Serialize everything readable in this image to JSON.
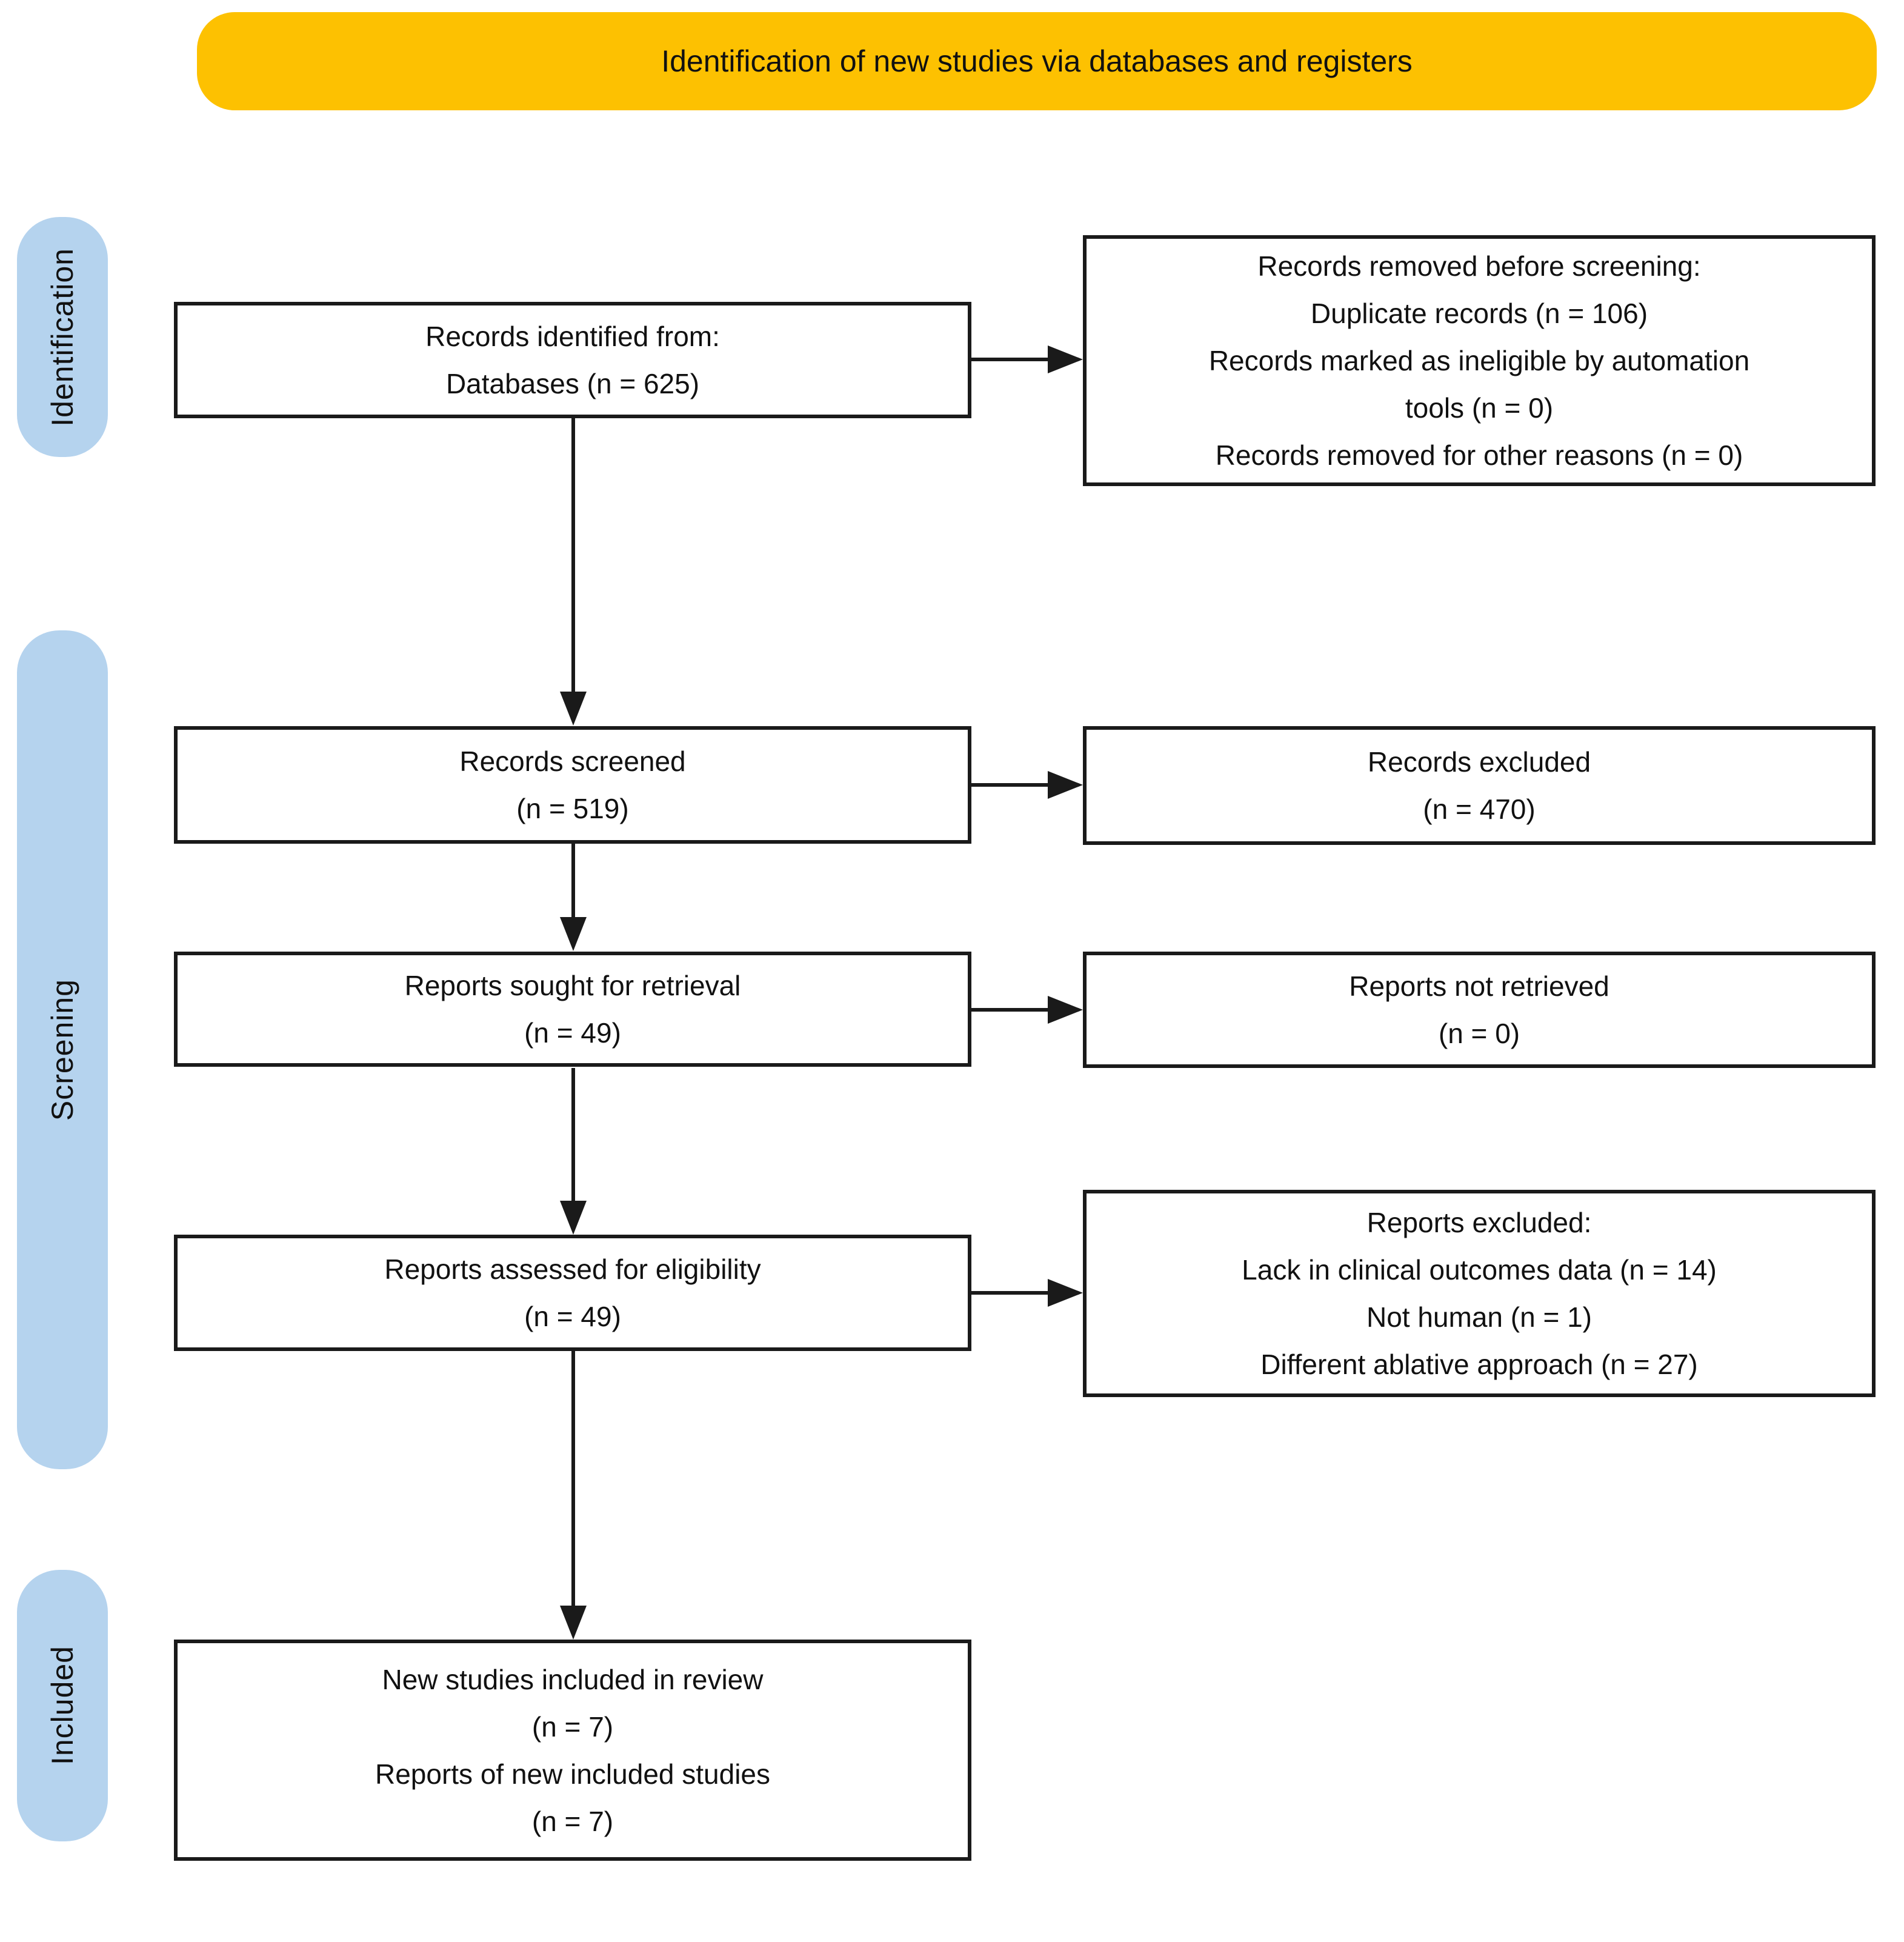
{
  "banner": {
    "label": "Identification of new studies via databases and registers"
  },
  "colors": {
    "banner_bg": "#FDC101",
    "stage_bg": "#B5D3EE",
    "box_border": "#1A1A1A",
    "arrow": "#1A1A1A",
    "text": "#111111"
  },
  "stages": [
    {
      "label": "Identification"
    },
    {
      "label": "Screening"
    },
    {
      "label": "Included"
    }
  ],
  "flow_boxes": {
    "identified": {
      "lines": [
        "Records identified from:",
        "Databases (n = 625)"
      ]
    },
    "screened": {
      "lines": [
        "Records screened",
        "(n = 519)"
      ]
    },
    "sought": {
      "lines": [
        "Reports sought for retrieval",
        "(n = 49)"
      ]
    },
    "assessed": {
      "lines": [
        "Reports assessed for eligibility",
        "(n = 49)"
      ]
    },
    "included": {
      "lines": [
        "New studies included in review",
        "(n = 7)",
        "Reports of new included studies",
        "(n = 7)"
      ]
    }
  },
  "exclusion_boxes": {
    "removed_before_screening": {
      "lines": [
        "Records removed before screening:",
        "Duplicate records (n = 106)",
        "Records marked as ineligible by automation",
        "tools (n = 0)",
        "Records removed for other reasons (n = 0)"
      ]
    },
    "records_excluded": {
      "lines": [
        "Records excluded",
        "(n = 470)"
      ]
    },
    "reports_not_retrieved": {
      "lines": [
        "Reports not retrieved",
        "(n = 0)"
      ]
    },
    "reports_excluded": {
      "lines": [
        "Reports excluded:",
        "Lack in clinical outcomes data (n = 14)",
        "Not human (n = 1)",
        "Different ablative approach (n = 27)"
      ]
    }
  }
}
